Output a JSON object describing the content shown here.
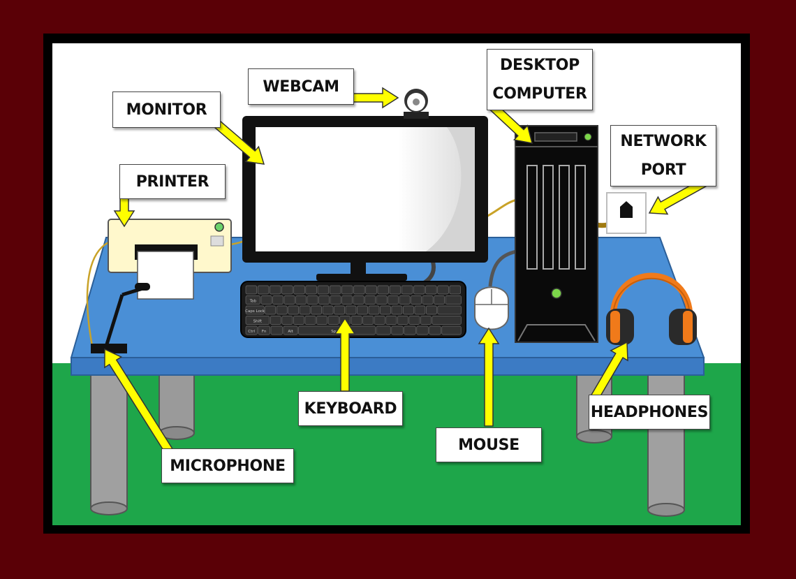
{
  "labels": {
    "webcam": "WEBCAM",
    "monitor": "MONITOR",
    "desktop_line1": "DESKTOP",
    "desktop_line2": "COMPUTER",
    "network_line1": "NETWORK",
    "network_line2": "PORT",
    "printer": "PRINTER",
    "keyboard": "KEYBOARD",
    "mouse": "MOUSE",
    "microphone": "MICROPHONE",
    "headphones": "HEADPHONES"
  },
  "keyboard_keys": {
    "tab": "Tab",
    "caps": "Caps Lock",
    "shift": "Shift",
    "ctrl": "Ctrl",
    "fn": "Fn",
    "alt": "Alt",
    "space": "Space"
  },
  "colors": {
    "frame": "#5a0006",
    "wall": "#ffffff",
    "floor": "#1ea64a",
    "desk_top": "#4a8fd6",
    "arrow": "#ffff00",
    "headphones": "#f07a1a",
    "tower": "#0a0a0a",
    "led": "#7cd64a"
  }
}
